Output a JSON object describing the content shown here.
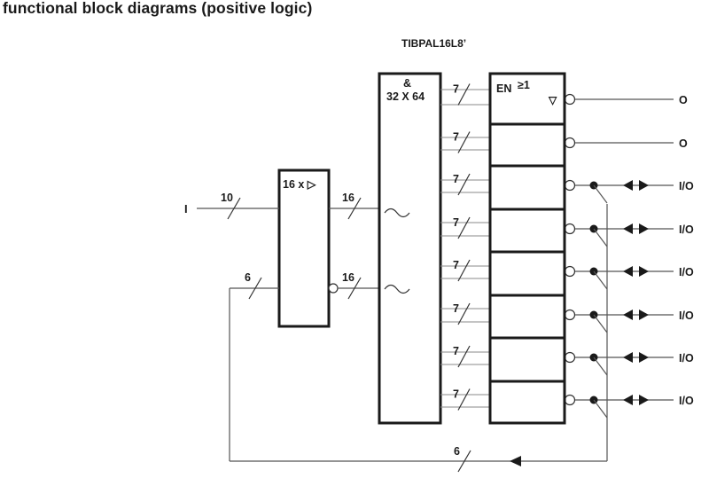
{
  "title": "functional block diagrams (positive logic)",
  "device": "TIBPAL16L8’",
  "input_buffer": {
    "label": "16 x ▷",
    "input_label": "I",
    "input_bus_width": "10",
    "feedback_bus_width": "6",
    "true_output_width": "16",
    "complement_output_width": "16"
  },
  "and_array": {
    "symbol": "&",
    "size": "32 X 64"
  },
  "or_array": {
    "enable_label": "EN",
    "or_symbol": "≥1",
    "tristate_symbol": "▽"
  },
  "product_term_width": "7",
  "outputs": [
    {
      "label": "O",
      "type": "output"
    },
    {
      "label": "O",
      "type": "output"
    },
    {
      "label": "I/O",
      "type": "bidirectional"
    },
    {
      "label": "I/O",
      "type": "bidirectional"
    },
    {
      "label": "I/O",
      "type": "bidirectional"
    },
    {
      "label": "I/O",
      "type": "bidirectional"
    },
    {
      "label": "I/O",
      "type": "bidirectional"
    },
    {
      "label": "I/O",
      "type": "bidirectional"
    }
  ],
  "feedback_bus_width": "6"
}
